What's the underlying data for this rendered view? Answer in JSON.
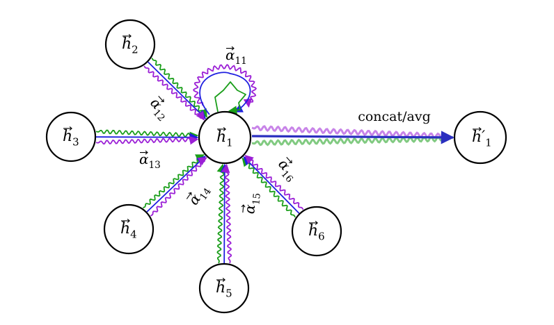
{
  "nodes": [
    {
      "id": "h1",
      "base": "h",
      "sub": "1",
      "prime": false,
      "center": true
    },
    {
      "id": "h2",
      "base": "h",
      "sub": "2",
      "prime": false
    },
    {
      "id": "h3",
      "base": "h",
      "sub": "3",
      "prime": false
    },
    {
      "id": "h4",
      "base": "h",
      "sub": "4",
      "prime": false
    },
    {
      "id": "h5",
      "base": "h",
      "sub": "5",
      "prime": false
    },
    {
      "id": "h6",
      "base": "h",
      "sub": "6",
      "prime": false
    },
    {
      "id": "h1p",
      "base": "h",
      "sub": "1",
      "prime": true
    }
  ],
  "edges": [
    {
      "id": "e11",
      "from": "h1",
      "to": "h1",
      "self_loop": true,
      "label": {
        "base": "α",
        "sub": "11"
      }
    },
    {
      "id": "e12",
      "from": "h2",
      "to": "h1",
      "label": {
        "base": "α",
        "sub": "12"
      }
    },
    {
      "id": "e13",
      "from": "h3",
      "to": "h1",
      "label": {
        "base": "α",
        "sub": "13"
      }
    },
    {
      "id": "e14",
      "from": "h4",
      "to": "h1",
      "label": {
        "base": "α",
        "sub": "14"
      }
    },
    {
      "id": "e15",
      "from": "h5",
      "to": "h1",
      "label": {
        "base": "α",
        "sub": "15"
      }
    },
    {
      "id": "e16",
      "from": "h6",
      "to": "h1",
      "label": {
        "base": "α",
        "sub": "16"
      }
    }
  ],
  "output": {
    "from": "h1",
    "to": "h1p",
    "label": "concat/avg"
  },
  "heads": [
    {
      "name": "green",
      "color": "#1a9e1a"
    },
    {
      "name": "blue",
      "color": "#1f1fe0"
    },
    {
      "name": "purple",
      "color": "#9b1fd6"
    }
  ]
}
